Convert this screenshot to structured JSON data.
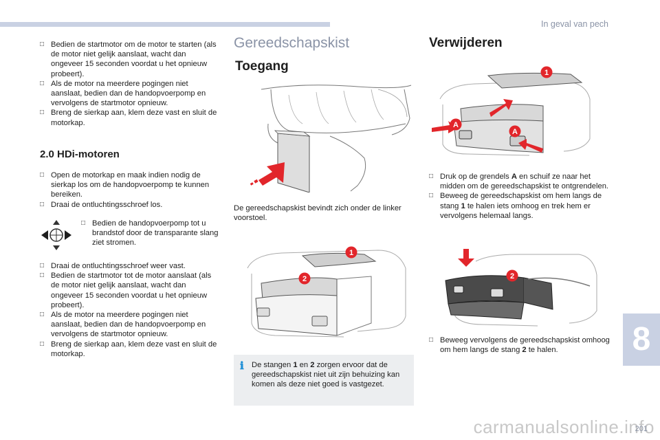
{
  "header": {
    "section": "In geval van pech"
  },
  "chapter": {
    "number": "8"
  },
  "page": {
    "number": "201"
  },
  "watermark": "carmanualsonline.info",
  "col1": {
    "intro_bullets": [
      "Bedien de startmotor om de motor te starten (als de motor niet gelijk aanslaat, wacht dan ongeveer 15 seconden voordat u het opnieuw probeert).",
      "Als de motor na meerdere pogingen niet aanslaat, bedien dan de handopvoerpomp en vervolgens de startmotor opnieuw.",
      "Breng de sierkap aan, klem deze vast en sluit de motorkap."
    ],
    "hdi_title": "2.0 HDi-motoren",
    "hdi_bullets": [
      "Open de motorkap en maak indien nodig de sierkap los om de handopvoerpomp te kunnen bereiken.",
      "Draai de ontluchtingsschroef los."
    ],
    "pump_bullet": "Bedien de handopvoerpomp tot u brandstof door de transparante slang ziet stromen.",
    "final_bullets": [
      "Draai de ontluchtingsschroef weer vast.",
      "Bedien de startmotor tot de motor aanslaat (als de motor niet gelijk aanslaat, wacht dan ongeveer 15 seconden voordat u het opnieuw probeert).",
      "Als de motor na meerdere pogingen niet aanslaat, bedien dan de handopvoerpomp en vervolgens de startmotor opnieuw.",
      "Breng de sierkap aan, klem deze vast en sluit de motorkap."
    ]
  },
  "col2": {
    "title": "Gereedschapskist",
    "subtitle": "Toegang",
    "location_text": "De gereedschapskist bevindt zich onder de linker voorstoel.",
    "callouts": [
      "1",
      "2"
    ],
    "note": {
      "p1": "De stangen ",
      "b1": "1",
      "p2": " en ",
      "b2": "2",
      "p3": " zorgen ervoor dat de gereedschapskist niet uit zijn behuizing kan komen als deze niet goed is vastgezet."
    }
  },
  "col3": {
    "title": "Verwijderen",
    "callouts": [
      "1",
      "A",
      "A",
      "2"
    ],
    "step1": {
      "p1": "Druk op de grendels ",
      "b1": "A",
      "p2": " en schuif ze naar het midden om de gereedschapskist te ontgrendelen."
    },
    "step2": {
      "p1": "Beweeg de gereedschapskist om hem langs de stang ",
      "b1": "1",
      "p2": " te halen iets omhoog en trek hem er vervolgens helemaal langs."
    },
    "step3": {
      "p1": "Beweeg vervolgens de gereedschapskist omhoog om hem langs de stang ",
      "b1": "2",
      "p2": " te halen."
    }
  },
  "colors": {
    "accent_red": "#e2262b",
    "header_blue": "#c9d1e3",
    "title_gray": "#8a93a6",
    "info_blue": "#1e8fd6"
  },
  "icons": {
    "bullet": "square-bullet-icon",
    "info": "info-icon"
  }
}
